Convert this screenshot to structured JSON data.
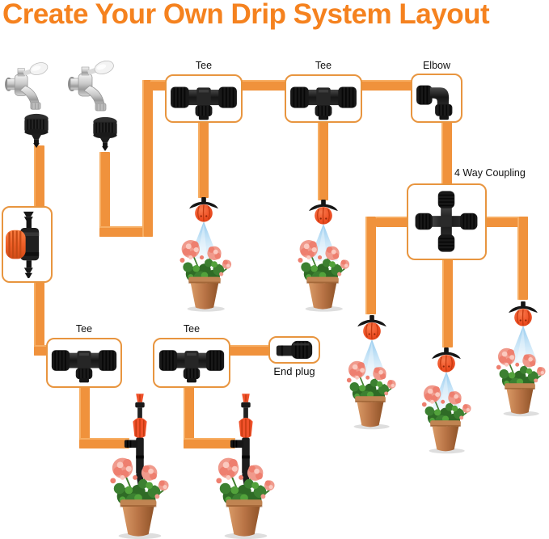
{
  "title": "Create Your Own Drip System Layout",
  "labels": {
    "tee_top_1": "Tee",
    "tee_top_2": "Tee",
    "elbow": "Elbow",
    "four_way_coupling": "4 Way Coupling",
    "tee_bottom_1": "Tee",
    "tee_bottom_2": "Tee",
    "end_plug": "End plug"
  },
  "colors": {
    "title_orange": "#F5821F",
    "tubing_orange": "#F0923C",
    "callout_border": "#E8953F",
    "fitting_black": "#1c1c1c",
    "dripper_orange": "#F0512A",
    "valve_knob_orange": "#F2662D",
    "spray_blue": "#9FD0F0",
    "pot_terracotta": "#BE7B4B",
    "label_text": "#111111"
  },
  "components": {
    "faucets": 2,
    "faucet_adapters": 2,
    "tees": 4,
    "elbows": 1,
    "four_way_couplings": 1,
    "end_plugs": 1,
    "inline_valves": 1,
    "hanging_drippers": 5,
    "stake_drippers": 2,
    "potted_plants": 7
  }
}
